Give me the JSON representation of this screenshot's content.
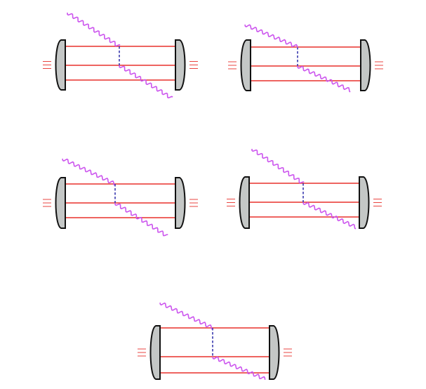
{
  "figure": {
    "panel_count": 5,
    "colors": {
      "background": "#ffffff",
      "mirror_fill": "#c4c7c6",
      "mirror_outline": "#111111",
      "beam": "#e8302b",
      "wave": "#cc55ee",
      "link": "#2b2ba8"
    },
    "panels": [
      {
        "name": "cavity-top-left"
      },
      {
        "name": "cavity-top-right"
      },
      {
        "name": "cavity-middle-left"
      },
      {
        "name": "cavity-middle-right"
      },
      {
        "name": "cavity-bottom"
      }
    ]
  }
}
